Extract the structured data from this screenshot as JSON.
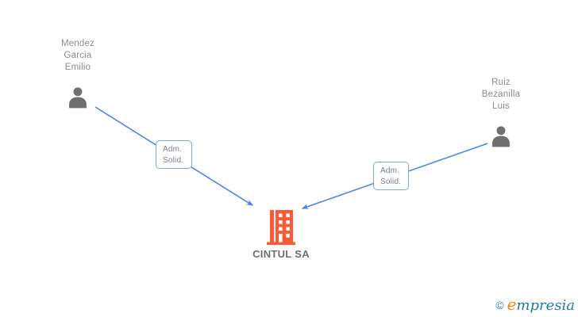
{
  "diagram": {
    "persons": [
      {
        "lines": [
          "Mendez",
          "Garcia",
          "Emilio"
        ]
      },
      {
        "lines": [
          "Ruiz",
          "Bezanilla",
          "Luis"
        ]
      }
    ],
    "company": {
      "name": "CINTUL SA"
    },
    "relations": [
      {
        "line1": "Adm.",
        "line2": "Solid."
      },
      {
        "line1": "Adm.",
        "line2": "Solid."
      }
    ]
  },
  "branding": {
    "copyright": "©",
    "logo_initial": "e",
    "logo_rest": "mpresia"
  },
  "colors": {
    "arrow_blue": "#4a86e8",
    "relation_box_border": "#7fa8d9",
    "relation_text": "#77808c",
    "person_icon_gray": "#6f6f6f",
    "person_name_gray": "#8c8c8c",
    "company_icon_orange": "#fb5a35",
    "company_name_gray": "#6e6e6e",
    "logo_teal": "#1d7c9c",
    "logo_orange": "#f5851f"
  }
}
